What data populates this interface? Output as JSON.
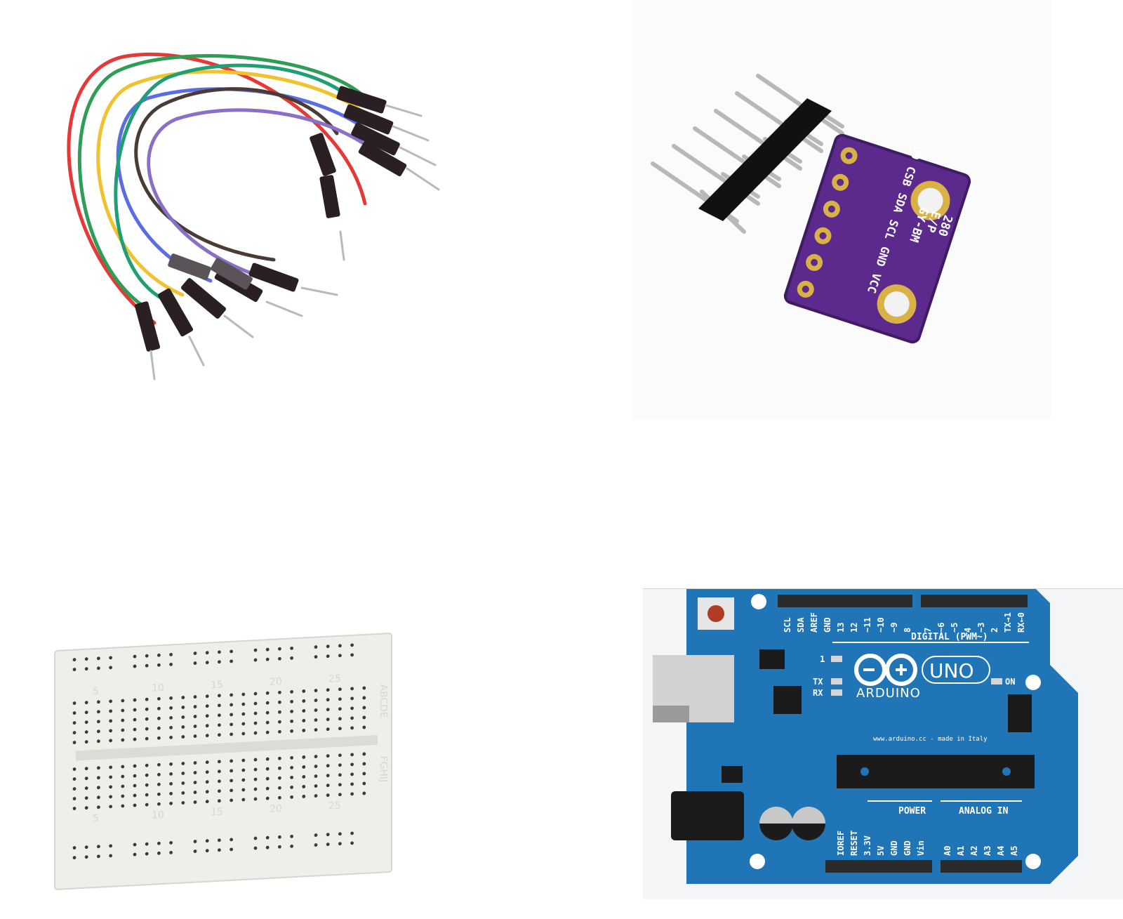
{
  "sensor": {
    "pin_labels": [
      "SDO",
      "CSB",
      "SDA",
      "SCL",
      "GND",
      "VCC"
    ],
    "board_label_1": "GY-BM",
    "board_label_2": "E/P",
    "board_label_3": "280",
    "colors": {
      "pcb": "#5b2a8c",
      "pad": "#d8b247"
    }
  },
  "breadboard": {
    "top_numbers": [
      "5",
      "10",
      "15",
      "20",
      "25"
    ],
    "bottom_numbers": [
      "5",
      "10",
      "15",
      "20",
      "25"
    ],
    "top_letters": "ABCDE",
    "bottom_letters": "FGHIJ"
  },
  "arduino": {
    "digital_header_left": [
      "SCL",
      "SDA",
      "AREF",
      "GND",
      "13",
      "12",
      "~11",
      "~10",
      "~9",
      "8"
    ],
    "digital_header_right": [
      "7",
      "~6",
      "~5",
      "4",
      "~3",
      "2",
      "TX→1",
      "RX←0"
    ],
    "digital_label": "DIGITAL (PWM~)",
    "led_1": "1",
    "led_tx": "TX",
    "led_rx": "RX",
    "led_on": "ON",
    "brand": "ARDUINO",
    "model": "UNO",
    "website": "www.arduino.cc - made in Italy",
    "power_label": "POWER",
    "power_pins": [
      "IOREF",
      "RESET",
      "3.3V",
      "5V",
      "GND",
      "GND",
      "Vin"
    ],
    "analog_label": "ANALOG IN",
    "analog_pins": [
      "A0",
      "A1",
      "A2",
      "A3",
      "A4",
      "A5"
    ],
    "colors": {
      "board": "#1f75b6",
      "header": "#2b2b2b",
      "chip": "#1b1b1b"
    }
  }
}
